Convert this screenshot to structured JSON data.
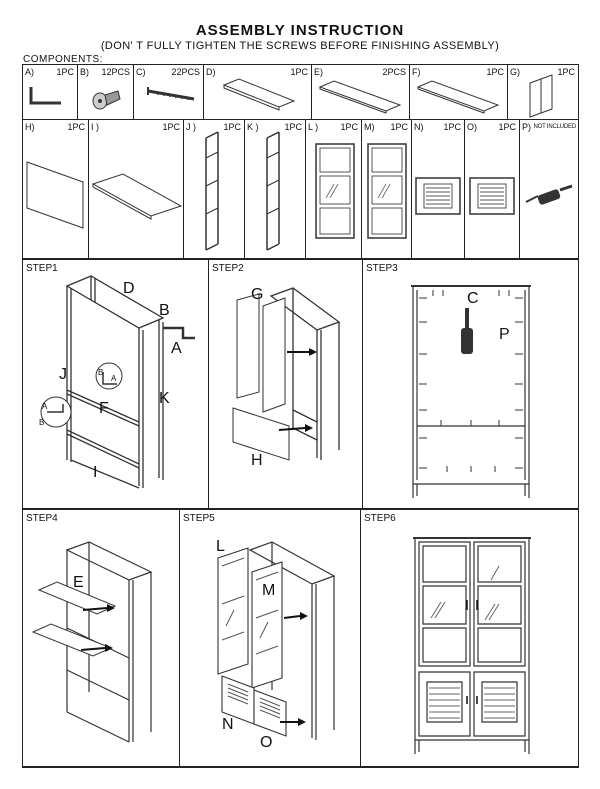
{
  "header": {
    "title": "ASSEMBLY INSTRUCTION",
    "subtitle": "(DON' T FULLY TIGHTEN THE SCREWS BEFORE FINISHING ASSEMBLY)",
    "components_label": "COMPONENTS:"
  },
  "components": [
    {
      "letter": "A)",
      "qty": "1PC"
    },
    {
      "letter": "B)",
      "qty": "12PCS"
    },
    {
      "letter": "C)",
      "qty": "22PCS"
    },
    {
      "letter": "D)",
      "qty": "1PC"
    },
    {
      "letter": "E)",
      "qty": "2PCS"
    },
    {
      "letter": "F)",
      "qty": "1PC"
    },
    {
      "letter": "G)",
      "qty": "1PC"
    },
    {
      "letter": "H)",
      "qty": "1PC"
    },
    {
      "letter": "I )",
      "qty": "1PC"
    },
    {
      "letter": "J )",
      "qty": "1PC"
    },
    {
      "letter": "K )",
      "qty": "1PC"
    },
    {
      "letter": "L )",
      "qty": "1PC"
    },
    {
      "letter": "M)",
      "qty": "1PC"
    },
    {
      "letter": "N)",
      "qty": "1PC"
    },
    {
      "letter": "O)",
      "qty": "1PC"
    },
    {
      "letter": "P)",
      "qty": "NOT INCLUDED"
    }
  ],
  "steps": [
    {
      "title": "STEP1",
      "labels": [
        "D",
        "B",
        "A",
        "J",
        "F",
        "K",
        "I",
        "A",
        "B",
        "B",
        "A"
      ]
    },
    {
      "title": "STEP2",
      "labels": [
        "G",
        "H"
      ]
    },
    {
      "title": "STEP3",
      "labels": [
        "C",
        "P"
      ]
    },
    {
      "title": "STEP4",
      "labels": [
        "E"
      ]
    },
    {
      "title": "STEP5",
      "labels": [
        "L",
        "M",
        "N",
        "O"
      ]
    },
    {
      "title": "STEP6",
      "labels": []
    }
  ]
}
